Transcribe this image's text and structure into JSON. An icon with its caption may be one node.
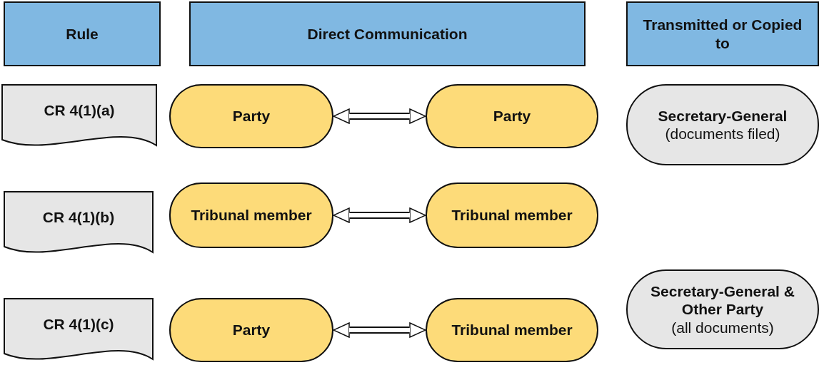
{
  "diagram": {
    "nodes": [
      {
        "text": [
          "Rule"
        ]
      },
      {
        "text": [
          "Direct Communication"
        ]
      },
      {
        "text": [
          "Transmitted or Copied to"
        ]
      },
      {
        "text": [
          "CR 4(1)(a)"
        ]
      },
      {
        "text": [
          "Party"
        ]
      },
      {
        "text": [
          "Party"
        ]
      },
      {
        "text": [
          "Secretary-General",
          "(documents filed)"
        ]
      },
      {
        "text": [
          "CR 4(1)(b)"
        ]
      },
      {
        "text": [
          "Tribunal member"
        ]
      },
      {
        "text": [
          "Tribunal member"
        ]
      },
      {
        "text": [
          "CR 4(1)(c)"
        ]
      },
      {
        "text": [
          "Party"
        ]
      },
      {
        "text": [
          "Tribunal member"
        ]
      },
      {
        "text": [
          "Secretary-General & Other Party",
          "(all documents)"
        ]
      }
    ],
    "edges": [
      {
        "from": 4,
        "to": 5,
        "arrow": "both"
      },
      {
        "from": 8,
        "to": 9,
        "arrow": "both"
      },
      {
        "from": 11,
        "to": 12,
        "arrow": "both"
      }
    ]
  }
}
